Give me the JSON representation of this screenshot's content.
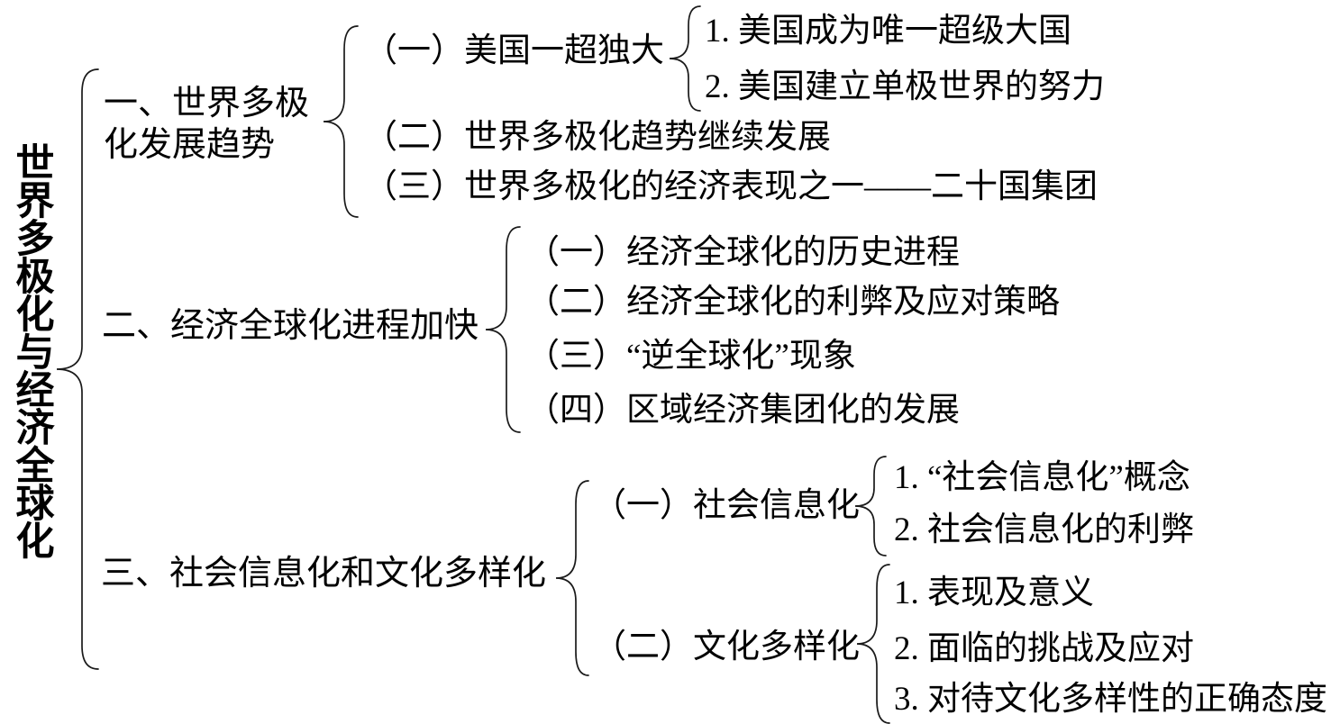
{
  "root": {
    "label": "世界多极化与经济全球化"
  },
  "branches": [
    {
      "label": "一、世界多极化发展趋势",
      "children": [
        {
          "label": "（一）美国一超独大",
          "children": [
            "1. 美国成为唯一超级大国",
            "2. 美国建立单极世界的努力"
          ]
        },
        {
          "label": "（二）世界多极化趋势继续发展"
        },
        {
          "label": "（三）世界多极化的经济表现之一——二十国集团"
        }
      ]
    },
    {
      "label": "二、经济全球化进程加快",
      "children": [
        {
          "label": "（一）经济全球化的历史进程"
        },
        {
          "label": "（二）经济全球化的利弊及应对策略"
        },
        {
          "label": "（三）“逆全球化”现象"
        },
        {
          "label": "（四）区域经济集团化的发展"
        }
      ]
    },
    {
      "label": "三、社会信息化和文化多样化",
      "children": [
        {
          "label": "（一）社会信息化",
          "children": [
            "1. “社会信息化”概念",
            "2. 社会信息化的利弊"
          ]
        },
        {
          "label": "（二）文化多样化",
          "children": [
            "1. 表现及意义",
            "2. 面临的挑战及应对",
            "3. 对待文化多样性的正确态度"
          ]
        }
      ]
    }
  ],
  "colors": {
    "text": "#000000",
    "line": "#1a1a1a",
    "background": "#ffffff"
  }
}
